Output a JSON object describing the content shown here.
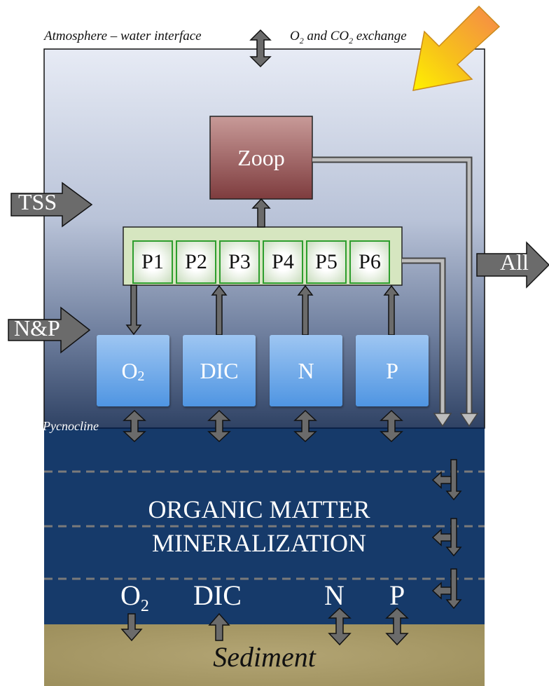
{
  "header": {
    "interface_label": "Atmosphere – water interface",
    "exchange_prefix": "O",
    "exchange_sub1": "2",
    "exchange_mid": " and CO",
    "exchange_sub2": "2",
    "exchange_suffix": " exchange"
  },
  "zoop_label": "Zoop",
  "tss_label": "TSS",
  "np_label": "N&P",
  "all_label": "All",
  "phyto": [
    "P1",
    "P2",
    "P3",
    "P4",
    "P5",
    "P6"
  ],
  "nutrients": {
    "o2_main": "O",
    "o2_sub": "2",
    "dic": "DIC",
    "n": "N",
    "p": "P"
  },
  "pycnocline_label": "Pycnocline",
  "mineral_line1": "ORGANIC MATTER",
  "mineral_line2": "MINERALIZATION",
  "sediment_nutrients": {
    "o2_main": "O",
    "o2_sub": "2",
    "dic": "DIC",
    "n": "N",
    "p": "P"
  },
  "sediment_label": "Sediment",
  "colors": {
    "zoop": "#9a4e50",
    "phyto_panel": "#d6e6c0",
    "nutrient_box": "#5b9fe6",
    "deep_water": "#163a6a",
    "sediment": "#a89a6a",
    "arrow_gray": "#6b6b6b",
    "sun_arrow": "#f5b400"
  }
}
